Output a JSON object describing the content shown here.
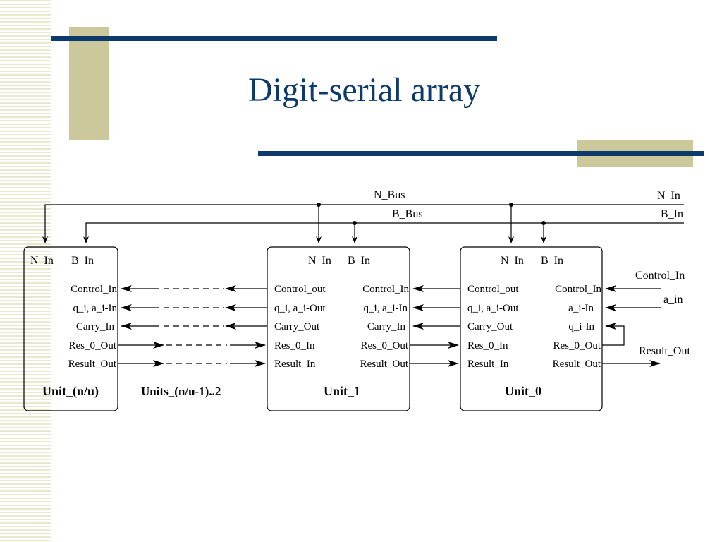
{
  "slide": {
    "title": "Digit-serial array",
    "colors": {
      "title": "#0e3a6b",
      "bar": "#0e3a6b",
      "accent": "#cbc89c",
      "stripe": "#e9e9cf"
    }
  },
  "bus": {
    "n_bus": "N_Bus",
    "b_bus": "B_Bus",
    "n_in": "N_In",
    "b_in": "B_In"
  },
  "external": {
    "control_in": "Control_In",
    "a_in": "a_in",
    "result_out": "Result_Out"
  },
  "middle_label": "Units_(n/u-1)..2",
  "units": {
    "unit_n": {
      "name": "Unit_(n/u)",
      "n_in": "N_In",
      "b_in": "B_In",
      "right_ports": [
        "Control_In",
        "q_i, a_i-In",
        "Carry_In",
        "Res_0_Out",
        "Result_Out"
      ]
    },
    "unit_1": {
      "name": "Unit_1",
      "n_in": "N_In",
      "b_in": "B_In",
      "left_ports": [
        "Control_out",
        "q_i, a_i-Out",
        "Carry_Out",
        "Res_0_In",
        "Result_In"
      ],
      "right_ports": [
        "Control_In",
        "q_i, a_i-In",
        "Carry_In",
        "Res_0_Out",
        "Result_Out"
      ]
    },
    "unit_0": {
      "name": "Unit_0",
      "n_in": "N_In",
      "b_in": "B_In",
      "left_ports": [
        "Control_out",
        "q_i, a_i-Out",
        "Carry_Out",
        "Res_0_In",
        "Result_In"
      ],
      "right_ports": [
        "Control_In",
        "a_i-In",
        "q_i-In",
        "Res_0_Out",
        "Result_Out"
      ]
    }
  }
}
